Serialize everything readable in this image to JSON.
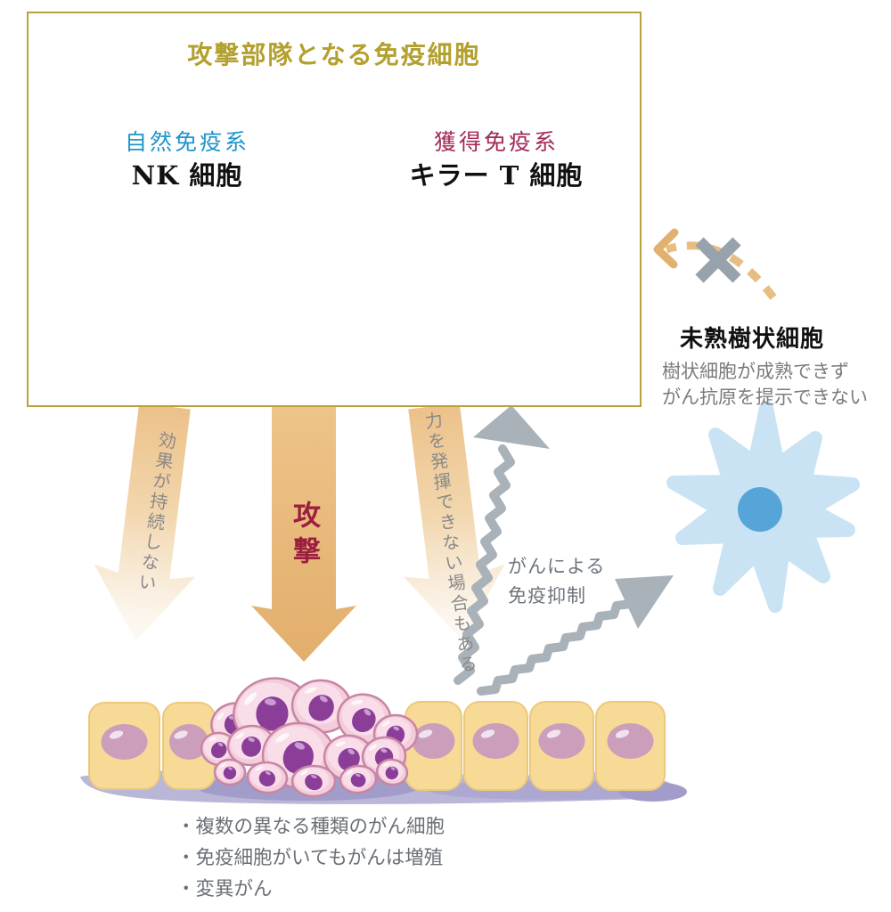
{
  "panel": {
    "title": "攻撃部隊となる免疫細胞",
    "innate": {
      "label": "自然免疫系",
      "cell_name": "NK 細胞"
    },
    "acquired": {
      "label": "獲得免疫系",
      "cell_name": "キラー T 細胞"
    }
  },
  "arrows": {
    "left_note": "効果が持続しない",
    "center_label": "攻撃",
    "right_note": "力を発揮できない場合もある"
  },
  "suppression": {
    "line1": "がんによる",
    "line2": "免疫抑制"
  },
  "dendritic": {
    "title": "未熟樹状細胞",
    "desc_line1": "樹状細胞が成熟できず",
    "desc_line2": "がん抗原を提示できない"
  },
  "tumor_notes": {
    "item1": "・複数の異なる種類のがん細胞",
    "item2": "・免疫細胞がいてもがんは増殖",
    "item3": "・変異がん"
  },
  "colors": {
    "panel_border": "#b9a23c",
    "title_text": "#b3a02f",
    "innate_label": "#1f95cb",
    "acquired_label": "#a3295a",
    "attack_arrow": "#eec489",
    "attack_text": "#9b1e40",
    "note_text": "#8a8a8a",
    "suppression_gray": "#a9b1b9",
    "dashed_arrow": "#e8bd82",
    "nk_cell_body": "#8fd1f3",
    "nk_nucleus": "#0f4a70",
    "nk_granules": "#3781b5",
    "t_cell_body": "#bceed6",
    "t_cell_inner": "#3ecd8c",
    "dendritic_cell": "#c9e3f4",
    "dendritic_nucleus": "#57a5d8",
    "epithelial_cell": "#f7da96",
    "epithelial_nucleus": "#cb9fbb",
    "tumor_cell": "#f4cddd",
    "tumor_nucleus": "#8b3e97",
    "membrane": "#bab6d7"
  }
}
